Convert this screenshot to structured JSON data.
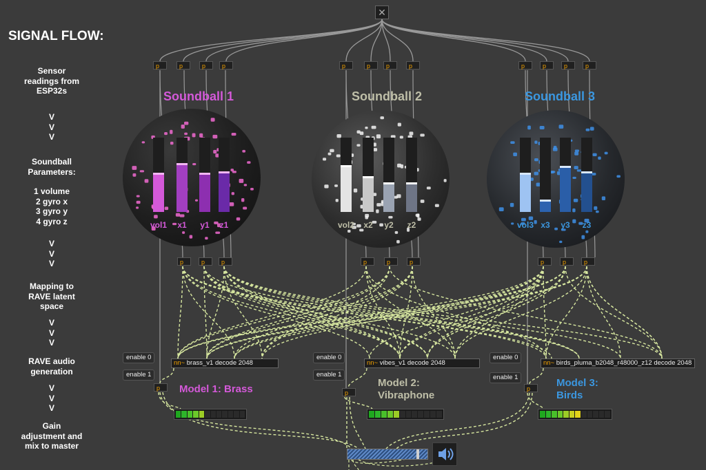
{
  "left_panel": {
    "title": "SIGNAL FLOW:",
    "sensor": "Sensor\nreadings from\nESP32s",
    "arrows1": "V\nV\nV",
    "params_head": "Soundball\nParameters:",
    "params_list": "1 volume\n2 gyro x\n3 gyro y\n4 gyro z",
    "arrows2": "V\nV\nV",
    "mapping": "Mapping to\nRAVE latent\nspace",
    "arrows3": "V\nV\nV",
    "rave": "RAVE audio\ngeneration",
    "arrows4": "V\nV\nV",
    "gain": "Gain\nadjustment and\nmix to master"
  },
  "close_button": "✕",
  "patch_object_label": "p",
  "soundballs": [
    {
      "title": "Soundball 1",
      "color": "#d459d9",
      "labels": [
        "vol1",
        "x1",
        "y1",
        "z1"
      ],
      "levels": [
        0.5,
        0.63,
        0.5,
        0.52
      ],
      "fill_colors": [
        "#d459d9",
        "#a23fc1",
        "#8d2fb0",
        "#6a2aa8"
      ],
      "knob_color": "#f3b6f3",
      "enable0": "enable 0",
      "enable1": "enable 1",
      "nn_prefix": "nn~",
      "nn_text": "brass_v1 decode 2048",
      "model_title": "Model 1: Brass",
      "meter_level": 0.45
    },
    {
      "title": "Soundball 2",
      "color": "#bfbfa8",
      "labels": [
        "vol2",
        "x2",
        "y2",
        "z2"
      ],
      "levels": [
        0.6,
        0.45,
        0.37,
        0.37
      ],
      "fill_colors": [
        "#e4e4e4",
        "#c8c8c8",
        "#9aa3b2",
        "#6e7586"
      ],
      "knob_color": "#ffffff",
      "enable0": "enable 0",
      "enable1": "enable 1",
      "nn_prefix": "nn~",
      "nn_text": "vibes_v1 decode 2048",
      "model_title": "Model 2:\nVibraphone",
      "meter_level": 0.45
    },
    {
      "title": "Soundball 3",
      "color": "#3b97e0",
      "labels": [
        "vol3",
        "x3",
        "y3",
        "z3"
      ],
      "levels": [
        0.5,
        0.14,
        0.59,
        0.52
      ],
      "fill_colors": [
        "#9ec3f2",
        "#2c63b0",
        "#2a5ea8",
        "#23508f"
      ],
      "knob_color": "#d8e8ff",
      "enable0": "enable 0",
      "enable1": "enable 1",
      "nn_prefix": "nn~",
      "nn_text": "birds_pluma_b2048_r48000_z12 decode 2048",
      "model_title": "Model 3:\nBirds",
      "meter_level": 0.55
    }
  ],
  "master": {
    "gain_level": 0.88,
    "speaker_icon": "speaker-icon"
  }
}
